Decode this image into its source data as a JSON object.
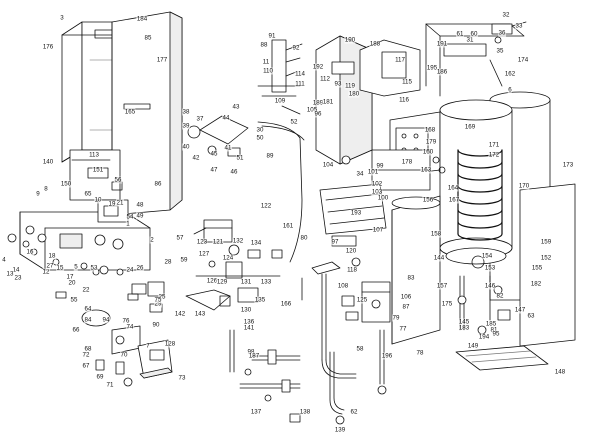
{
  "parts": [
    {
      "id": "3"
    },
    {
      "id": "184"
    },
    {
      "id": "85"
    },
    {
      "id": "176"
    },
    {
      "id": "177"
    },
    {
      "id": "165"
    },
    {
      "id": "140"
    },
    {
      "id": "113"
    },
    {
      "id": "151"
    },
    {
      "id": "56"
    },
    {
      "id": "86"
    },
    {
      "id": "150"
    },
    {
      "id": "8"
    },
    {
      "id": "9"
    },
    {
      "id": "65"
    },
    {
      "id": "10"
    },
    {
      "id": "19"
    },
    {
      "id": "21"
    },
    {
      "id": "48"
    },
    {
      "id": "49"
    },
    {
      "id": "1"
    },
    {
      "id": "2"
    },
    {
      "id": "14"
    },
    {
      "id": "13"
    },
    {
      "id": "4"
    },
    {
      "id": "12"
    },
    {
      "id": "15"
    },
    {
      "id": "5"
    },
    {
      "id": "53"
    },
    {
      "id": "17"
    },
    {
      "id": "20"
    },
    {
      "id": "22"
    },
    {
      "id": "24"
    },
    {
      "id": "26"
    },
    {
      "id": "28"
    },
    {
      "id": "25"
    },
    {
      "id": "29"
    },
    {
      "id": "23"
    },
    {
      "id": "27"
    },
    {
      "id": "84"
    },
    {
      "id": "66"
    },
    {
      "id": "94"
    },
    {
      "id": "76"
    },
    {
      "id": "128"
    },
    {
      "id": "90"
    },
    {
      "id": "68"
    },
    {
      "id": "67"
    },
    {
      "id": "70"
    },
    {
      "id": "69"
    },
    {
      "id": "71"
    },
    {
      "id": "73"
    },
    {
      "id": "88"
    },
    {
      "id": "91"
    },
    {
      "id": "92"
    },
    {
      "id": "11"
    },
    {
      "id": "110"
    },
    {
      "id": "114"
    },
    {
      "id": "111"
    },
    {
      "id": "109"
    },
    {
      "id": "38"
    },
    {
      "id": "37"
    },
    {
      "id": "39"
    },
    {
      "id": "44"
    },
    {
      "id": "43"
    },
    {
      "id": "40"
    },
    {
      "id": "42"
    },
    {
      "id": "51"
    },
    {
      "id": "47"
    },
    {
      "id": "45"
    },
    {
      "id": "50"
    },
    {
      "id": "46"
    },
    {
      "id": "89"
    },
    {
      "id": "52"
    },
    {
      "id": "122"
    },
    {
      "id": "57"
    },
    {
      "id": "123"
    },
    {
      "id": "121"
    },
    {
      "id": "132"
    },
    {
      "id": "134"
    },
    {
      "id": "127"
    },
    {
      "id": "126"
    },
    {
      "id": "130"
    },
    {
      "id": "131"
    },
    {
      "id": "133"
    },
    {
      "id": "135"
    },
    {
      "id": "143"
    },
    {
      "id": "142"
    },
    {
      "id": "136"
    },
    {
      "id": "141"
    },
    {
      "id": "80"
    },
    {
      "id": "166"
    },
    {
      "id": "161"
    },
    {
      "id": "190"
    },
    {
      "id": "188"
    },
    {
      "id": "192"
    },
    {
      "id": "112"
    },
    {
      "id": "119"
    },
    {
      "id": "180"
    },
    {
      "id": "189"
    },
    {
      "id": "181"
    },
    {
      "id": "105"
    },
    {
      "id": "116"
    },
    {
      "id": "115"
    },
    {
      "id": "117"
    },
    {
      "id": "104"
    },
    {
      "id": "99"
    },
    {
      "id": "102"
    },
    {
      "id": "101"
    },
    {
      "id": "103"
    },
    {
      "id": "100"
    },
    {
      "id": "193"
    },
    {
      "id": "107"
    },
    {
      "id": "118"
    },
    {
      "id": "108"
    },
    {
      "id": "120"
    },
    {
      "id": "97"
    },
    {
      "id": "98"
    },
    {
      "id": "187"
    },
    {
      "id": "137"
    },
    {
      "id": "138"
    },
    {
      "id": "139"
    },
    {
      "id": "62"
    },
    {
      "id": "125"
    },
    {
      "id": "195"
    },
    {
      "id": "191"
    },
    {
      "id": "186"
    },
    {
      "id": "179"
    },
    {
      "id": "178"
    },
    {
      "id": "168"
    },
    {
      "id": "169"
    },
    {
      "id": "164"
    },
    {
      "id": "160"
    },
    {
      "id": "163"
    },
    {
      "id": "167"
    },
    {
      "id": "171"
    },
    {
      "id": "172"
    },
    {
      "id": "170"
    },
    {
      "id": "173"
    },
    {
      "id": "159"
    },
    {
      "id": "152"
    },
    {
      "id": "155"
    },
    {
      "id": "158"
    },
    {
      "id": "144"
    },
    {
      "id": "154"
    },
    {
      "id": "153"
    },
    {
      "id": "157"
    },
    {
      "id": "146"
    },
    {
      "id": "82"
    },
    {
      "id": "145"
    },
    {
      "id": "183"
    },
    {
      "id": "185"
    },
    {
      "id": "81"
    },
    {
      "id": "63"
    },
    {
      "id": "174"
    },
    {
      "id": "175"
    },
    {
      "id": "95"
    },
    {
      "id": "147"
    },
    {
      "id": "148"
    },
    {
      "id": "149"
    },
    {
      "id": "194"
    },
    {
      "id": "196"
    },
    {
      "id": "78"
    },
    {
      "id": "106"
    },
    {
      "id": "87"
    },
    {
      "id": "77"
    },
    {
      "id": "79"
    },
    {
      "id": "83"
    },
    {
      "id": "58"
    },
    {
      "id": "156"
    },
    {
      "id": "31"
    },
    {
      "id": "32"
    },
    {
      "id": "61"
    },
    {
      "id": "33"
    },
    {
      "id": "162"
    },
    {
      "id": "6"
    },
    {
      "id": "60"
    },
    {
      "id": "36"
    },
    {
      "id": "35"
    },
    {
      "id": "41"
    },
    {
      "id": "30"
    },
    {
      "id": "75"
    },
    {
      "id": "7"
    },
    {
      "id": "54"
    },
    {
      "id": "55"
    },
    {
      "id": "96"
    },
    {
      "id": "93"
    },
    {
      "id": "64"
    },
    {
      "id": "34"
    },
    {
      "id": "182"
    },
    {
      "id": "74"
    },
    {
      "id": "59"
    },
    {
      "id": "72"
    },
    {
      "id": "18"
    },
    {
      "id": "16"
    },
    {
      "id": "129"
    },
    {
      "id": "124"
    }
  ]
}
